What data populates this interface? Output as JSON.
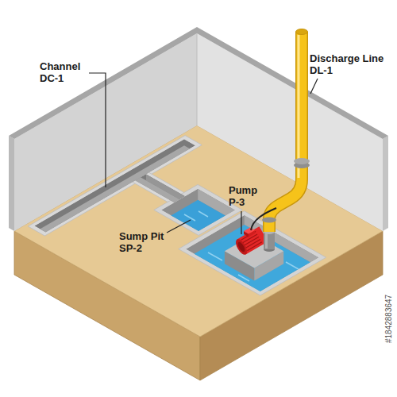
{
  "diagram": {
    "labels": [
      "Channel DC-1",
      "Discharge Line DL-1",
      "Sump Pit SP-2",
      "Pump P-3",
      "#1842883647"
    ]
  }
}
